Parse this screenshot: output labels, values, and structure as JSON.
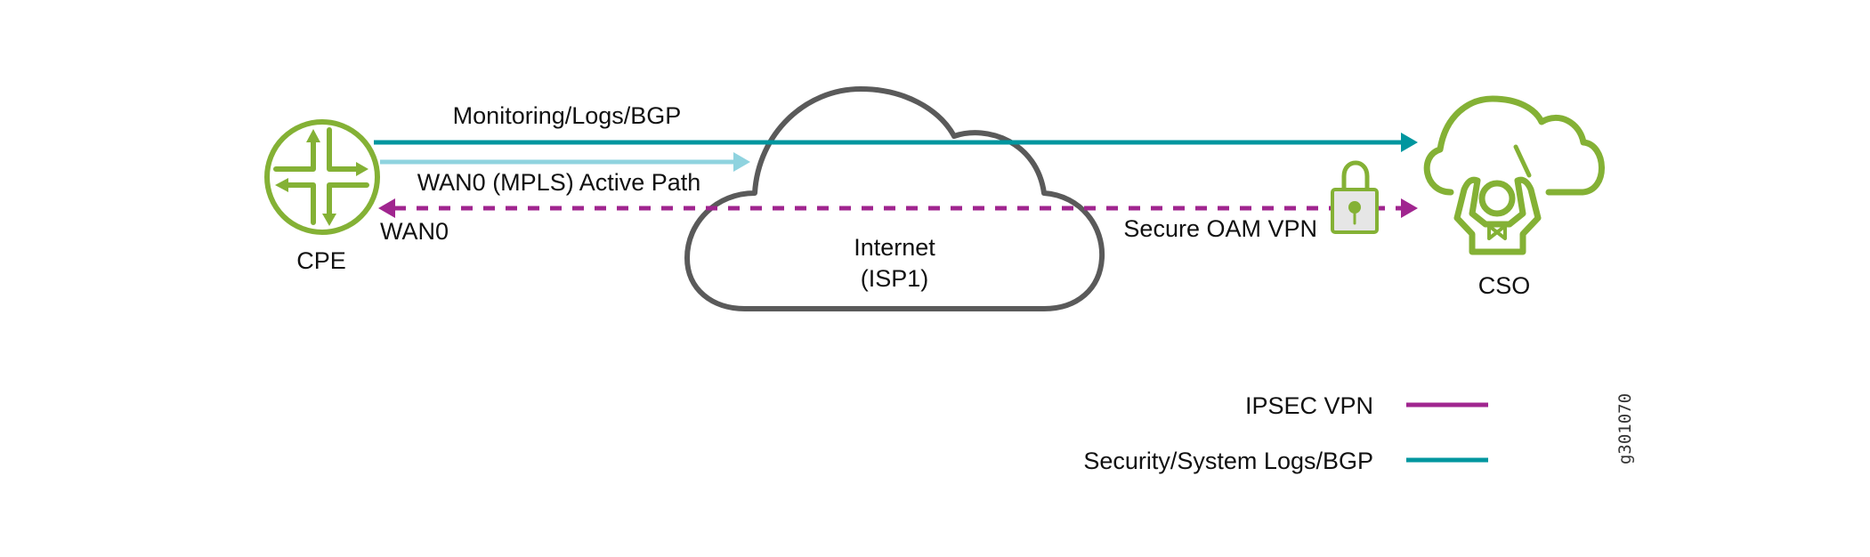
{
  "nodes": {
    "cpe": {
      "label": "CPE",
      "icon": "router-icon"
    },
    "internet": {
      "label_line1": "Internet",
      "label_line2": "(ISP1)",
      "icon": "cloud-icon"
    },
    "cso": {
      "label": "CSO",
      "icon": "cloud-orchestrator-icon"
    }
  },
  "connections": {
    "monitoring": {
      "label": "Monitoring/Logs/BGP",
      "from": "CPE",
      "to": "CSO",
      "style": "solid",
      "color": "#00969f"
    },
    "wan0_active": {
      "label": "WAN0 (MPLS) Active Path",
      "from": "CPE",
      "to": "Internet",
      "style": "solid",
      "color": "#8fd3df"
    },
    "secure_oam": {
      "label": "Secure OAM VPN",
      "endpoint_label": "WAN0",
      "from": "CSO",
      "to": "CPE",
      "style": "dashed",
      "bidirectional": true,
      "color": "#a0258f",
      "icon": "lock-icon"
    }
  },
  "legend": [
    {
      "label": "IPSEC VPN",
      "color": "#a0258f"
    },
    {
      "label": "Security/System Logs/BGP",
      "color": "#00969f"
    }
  ],
  "figure_id": "g301070",
  "colors": {
    "green": "#84b135",
    "teal": "#00969f",
    "light_blue": "#8fd3df",
    "purple": "#a0258f",
    "cloud_outline": "#5a5a5a",
    "lock_fill": "#e6e6e6"
  }
}
